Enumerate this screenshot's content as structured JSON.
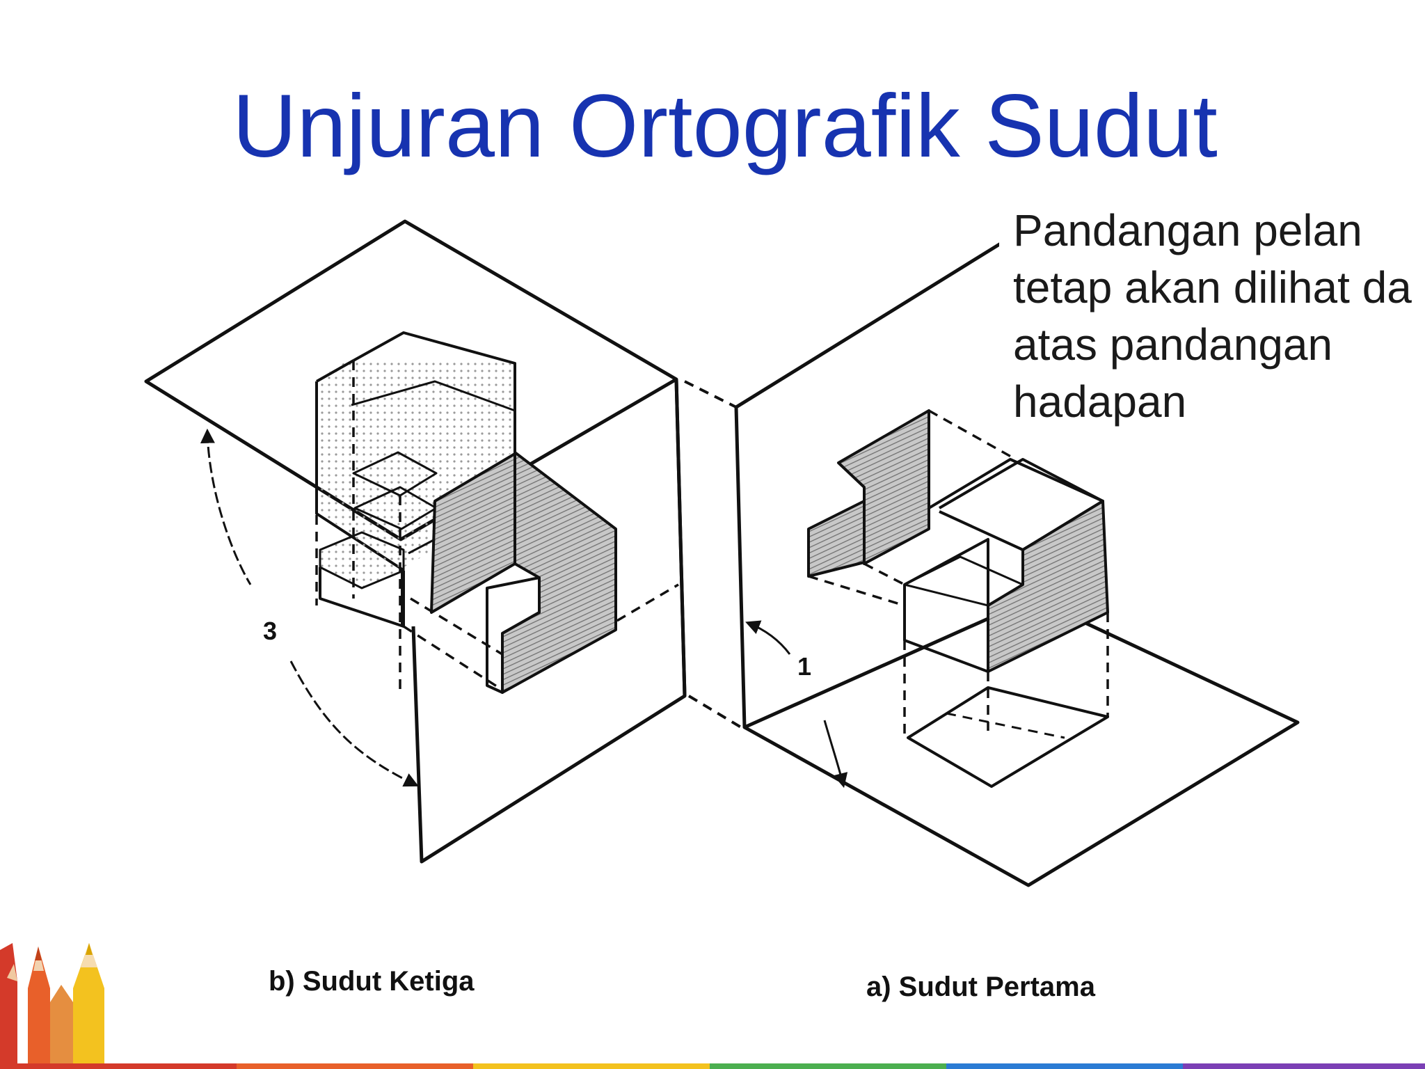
{
  "slide": {
    "title": "Unjuran Ortografik Sudut",
    "callout_lines": [
      "Pandangan pelan",
      "tetap akan dilihat da",
      "atas pandangan",
      "hadapan"
    ],
    "rotation_label_third": "3",
    "rotation_label_first": "1",
    "caption_third_angle": "b) Sudut Ketiga",
    "caption_first_angle": "a) Sudut Pertama"
  },
  "colors": {
    "title": "#1733b0",
    "line": "#111111",
    "shading": "#8a8a8a",
    "dots": "#9a9a9a"
  },
  "icons": {
    "third_angle_rotation": "curved-arrow-icon",
    "first_angle_rotation": "curved-arrow-icon",
    "decoration": "colored-pencils-icon"
  }
}
